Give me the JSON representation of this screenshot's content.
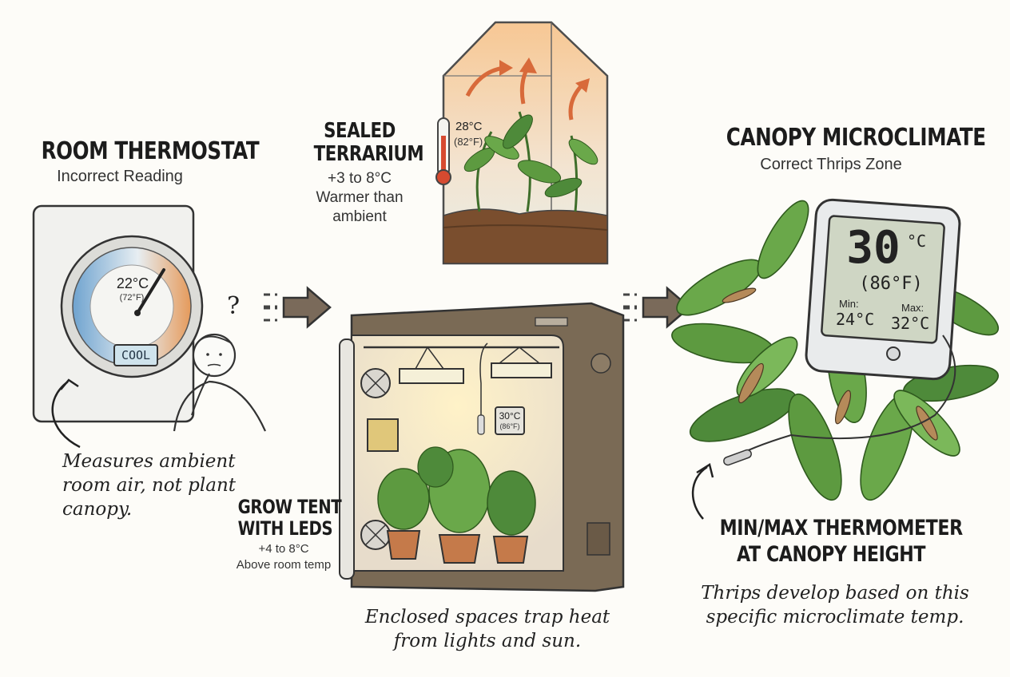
{
  "room": {
    "title": "ROOM THERMOSTAT",
    "subtitle": "Incorrect Reading",
    "dial_celsius": "22°C",
    "dial_fahrenheit": "(72°F)",
    "mode": "COOL",
    "note_lines": [
      "Measures ambient",
      "room air, not plant",
      "canopy."
    ],
    "question_mark": "?"
  },
  "terrarium": {
    "title_lines": [
      "SEALED",
      "TERRARIUM"
    ],
    "detail_lines": [
      "+3 to 8°C",
      "Warmer than",
      "ambient"
    ],
    "temp_celsius": "28°C",
    "temp_fahrenheit": "(82°F)"
  },
  "tent": {
    "title_lines": [
      "GROW TENT",
      "WITH LEDS"
    ],
    "detail_lines": [
      "+4 to 8°C",
      "Above room temp"
    ],
    "display_celsius": "30°C",
    "display_fahrenheit": "(86°F)",
    "note_lines": [
      "Enclosed spaces trap heat",
      "from lights and sun."
    ]
  },
  "canopy": {
    "title": "CANOPY MICROCLIMATE",
    "subtitle": "Correct Thrips Zone",
    "reading_value": "30",
    "reading_unit": "°C",
    "reading_fahrenheit": "(86°F)",
    "min_label": "Min:",
    "min_value": "24°C",
    "max_label": "Max:",
    "max_value": "32°C",
    "sensor_title_lines": [
      "MIN/MAX THERMOMETER",
      "AT CANOPY HEIGHT"
    ],
    "note_lines": [
      "Thrips develop based on this",
      "specific microclimate temp."
    ]
  },
  "colors": {
    "ink": "#222222",
    "cool_blue": "#6fa3cf",
    "warm_orange": "#e59a5b",
    "leaf_green": "#4e8a3a",
    "tent_brown": "#7a6a55"
  }
}
